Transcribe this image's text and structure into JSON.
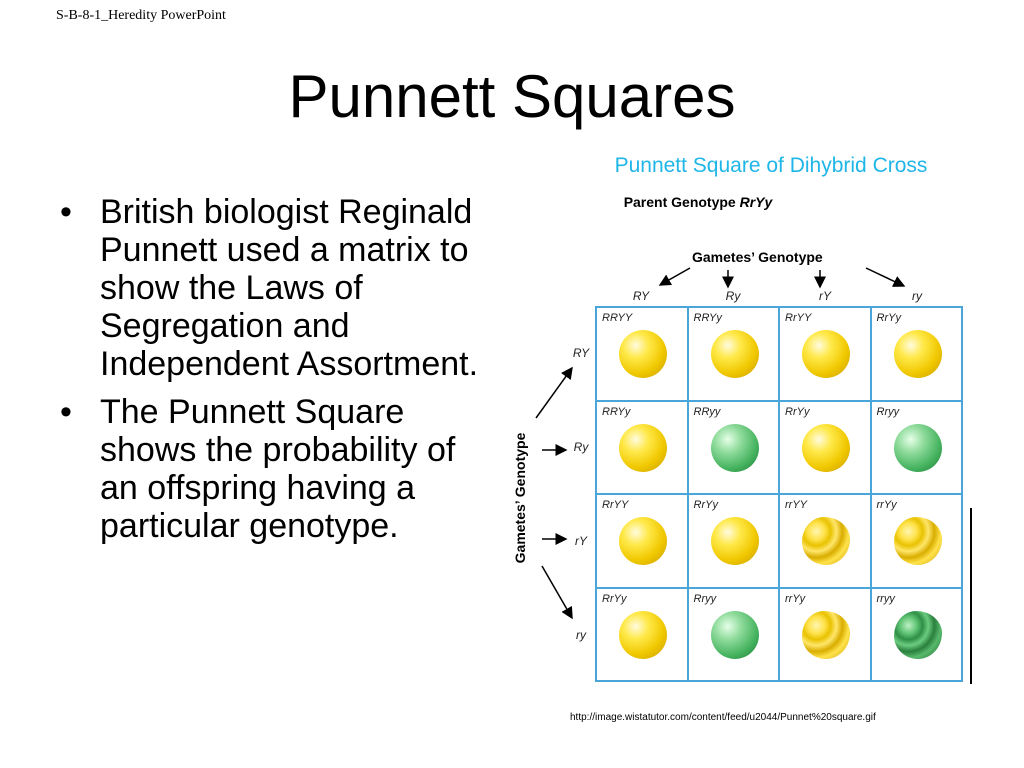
{
  "header_text": "S-B-8-1_Heredity PowerPoint",
  "title": "Punnett Squares",
  "bullets": [
    "British biologist Reginald Punnett used a matrix to show the Laws of Segregation and Independent Assortment.",
    "The Punnett Square shows the probability of an offspring having a particular genotype."
  ],
  "figure": {
    "title": "Punnett Square of Dihybrid Cross",
    "parent_label": "Parent Genotype ",
    "parent_genotype": "RrYy",
    "gametes_top": "Gametes’ Genotype",
    "gametes_side": "Gametes’ Genotype",
    "col_labels": [
      "RY",
      "Ry",
      "rY",
      "ry"
    ],
    "row_labels": [
      "RY",
      "Ry",
      "rY",
      "ry"
    ],
    "cells": [
      [
        {
          "g": "RRYY",
          "p": "yellow-round"
        },
        {
          "g": "RRYy",
          "p": "yellow-round"
        },
        {
          "g": "RrYY",
          "p": "yellow-round"
        },
        {
          "g": "RrYy",
          "p": "yellow-round"
        }
      ],
      [
        {
          "g": "RRYy",
          "p": "yellow-round"
        },
        {
          "g": "RRyy",
          "p": "green-round"
        },
        {
          "g": "RrYy",
          "p": "yellow-round"
        },
        {
          "g": "Rryy",
          "p": "green-round"
        }
      ],
      [
        {
          "g": "RrYY",
          "p": "yellow-round"
        },
        {
          "g": "RrYy",
          "p": "yellow-round"
        },
        {
          "g": "rrYY",
          "p": "yellow-wrinkled"
        },
        {
          "g": "rrYy",
          "p": "yellow-wrinkled"
        }
      ],
      [
        {
          "g": "RrYy",
          "p": "yellow-round"
        },
        {
          "g": "Rryy",
          "p": "green-round"
        },
        {
          "g": "rrYy",
          "p": "yellow-wrinkled"
        },
        {
          "g": "rryy",
          "p": "green-wrinkled"
        }
      ]
    ]
  },
  "source_url": "http://image.wistatutor.com/content/feed/u2044/Punnet%20square.gif",
  "colors": {
    "figure_title": "#1fb6e8",
    "grid_border": "#4aa6d8"
  }
}
